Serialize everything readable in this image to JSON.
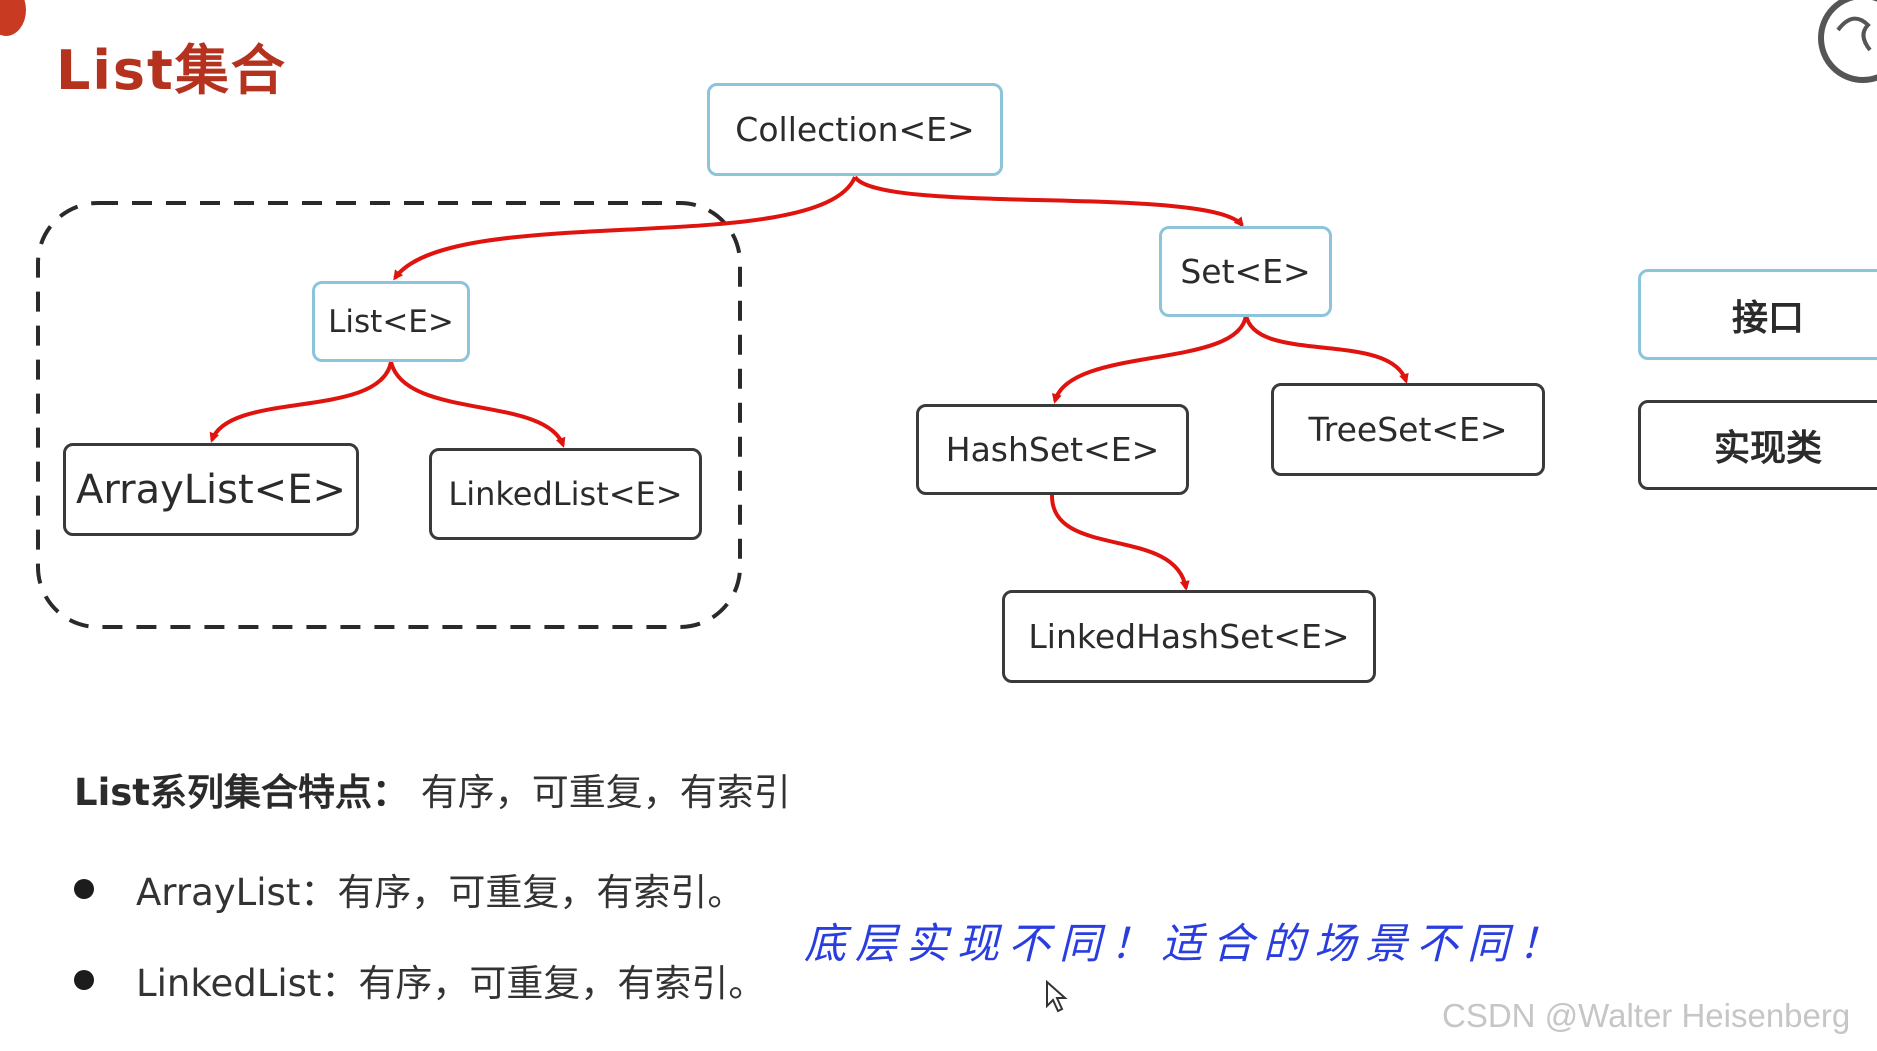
{
  "title": "List集合",
  "nodes": {
    "collection": "Collection<E>",
    "list": "List<E>",
    "set": "Set<E>",
    "arraylist": "ArrayList<E>",
    "linkedlist": "LinkedList<E>",
    "hashset": "HashSet<E>",
    "treeset": "TreeSet<E>",
    "linkedhashset": "LinkedHashSet<E>"
  },
  "legend": {
    "interface_label": "接口",
    "impl_label": "实现类"
  },
  "summary": {
    "label": "List系列集合特点：",
    "text": "有序，可重复，有索引"
  },
  "bullets": [
    {
      "name": "ArrayList",
      "text": "ArrayList：有序，可重复，有索引。"
    },
    {
      "name": "LinkedList",
      "text": "LinkedList：有序，可重复，有索引。"
    }
  ],
  "note": "底层实现不同！适合的场景不同！",
  "watermark": "CSDN @Walter Heisenberg",
  "colors": {
    "title": "#b5321f",
    "interface_border": "#8cc4da",
    "impl_border": "#3a3a3a",
    "arrow": "#e0140e",
    "note": "#2a3ee0"
  }
}
